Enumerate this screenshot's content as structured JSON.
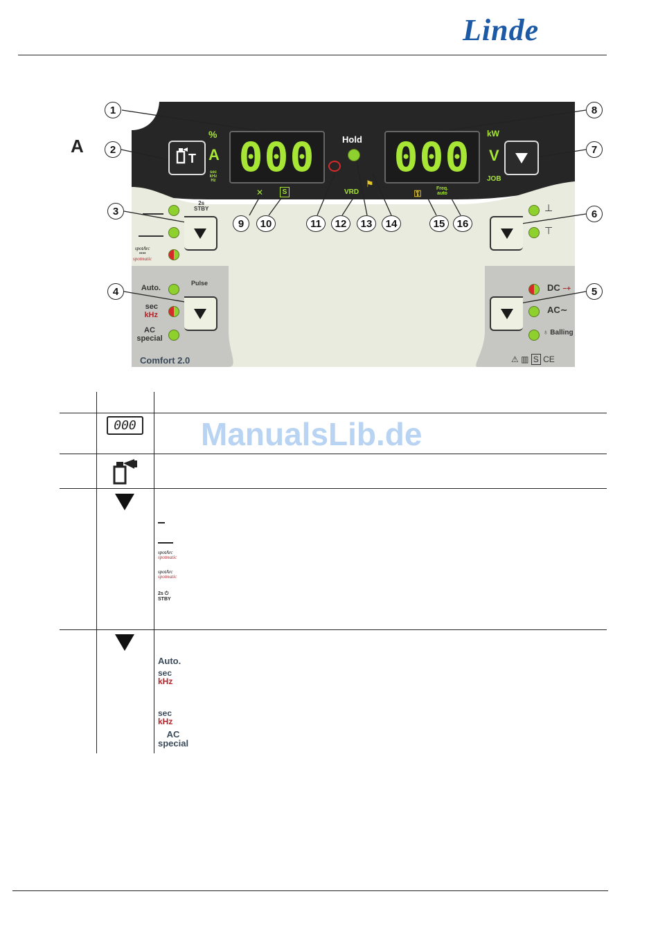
{
  "header": {
    "logo_text": "Linde"
  },
  "figure": {
    "label": "A",
    "callouts": [
      "1",
      "2",
      "3",
      "4",
      "5",
      "6",
      "7",
      "8",
      "9",
      "10",
      "11",
      "12",
      "13",
      "14",
      "15",
      "16"
    ],
    "left_display": {
      "value": "000",
      "units": [
        "%",
        "A"
      ],
      "unit_small": [
        "sec",
        "kHz",
        "Hz"
      ]
    },
    "right_display": {
      "value": "000",
      "units": [
        "kW",
        "V",
        "JOB"
      ]
    },
    "hold_label": "Hold",
    "vrd_label": "VRD",
    "freq_label": [
      "Freq.",
      "auto"
    ],
    "standby_label": [
      "2s",
      "STBY"
    ],
    "pulse_label": "Pulse",
    "auto_label": "Auto.",
    "sec_label": "sec",
    "khz_label": "kHz",
    "ac_label": "AC",
    "special_label": "special",
    "spotarc_label": "spotArc",
    "spotmatic_label": "spotmatic",
    "dc_label": "DC",
    "ac_tilde_label": "AC",
    "balling_label": "Balling",
    "model_label": "Comfort 2.0",
    "s_label": "S",
    "colors": {
      "display_green": "#a8e636",
      "panel_dark": "#2b2b2b",
      "panel_light": "#e9ebdf",
      "panel_gray": "#c6c7c2",
      "logo_blue": "#1d5aa6",
      "led_red": "#d62a2a"
    }
  },
  "table": {
    "row1_icon": "000",
    "watermark": "ManualsLib.de",
    "row4_auto": "Auto.",
    "row4_sec1": "sec",
    "row4_khz1": "kHz",
    "row4_sec2": "sec",
    "row4_khz2": "kHz",
    "row4_ac": "AC",
    "row4_special": "special",
    "row3_2s": "2s",
    "row3_stby": "STBY",
    "row3_spotarc": "spotArc",
    "row3_spotmatic": "spotmatic"
  }
}
